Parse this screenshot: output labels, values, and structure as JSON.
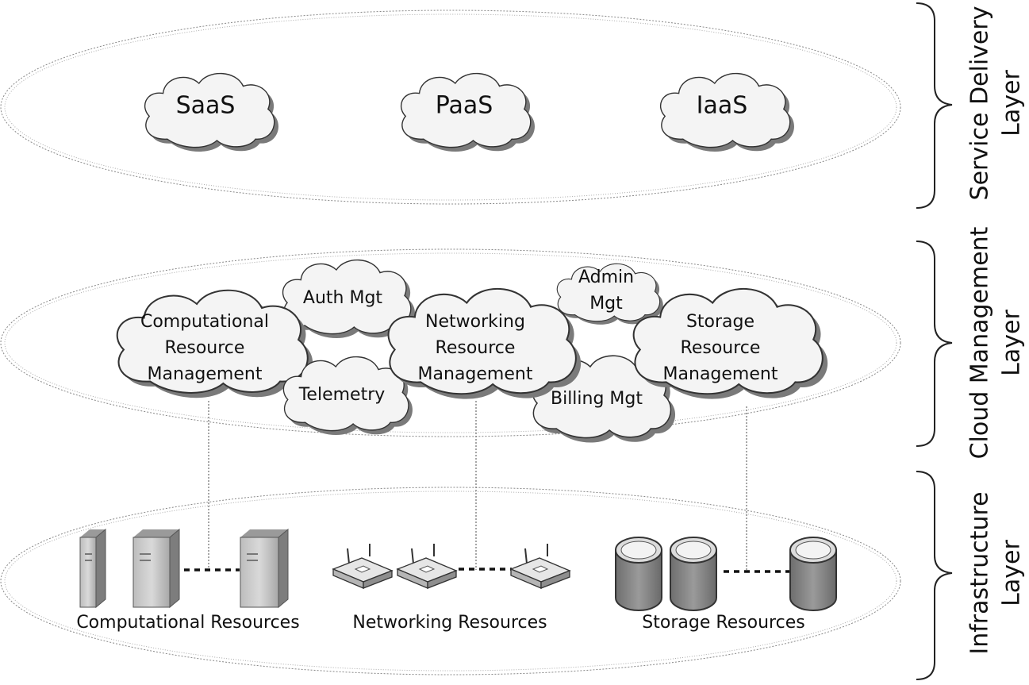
{
  "layers": {
    "service_delivery": "Service Delivery\nLayer",
    "service_delivery_line1": "Service Delivery",
    "service_delivery_line2": "Layer",
    "cloud_management_line1": "Cloud Management",
    "cloud_management_line2": "Layer",
    "infrastructure_line1": "Infrastructure",
    "infrastructure_line2": "Layer"
  },
  "service_clouds": {
    "saas": "SaaS",
    "paas": "PaaS",
    "iaas": "IaaS"
  },
  "management_clouds": {
    "computational": [
      "Computational",
      "Resource",
      "Management"
    ],
    "auth": "Auth Mgt",
    "telemetry": "Telemetry",
    "networking": [
      "Networking",
      "Resource",
      "Management"
    ],
    "admin": [
      "Admin",
      "Mgt"
    ],
    "billing": "Billing Mgt",
    "storage": [
      "Storage",
      "Resource",
      "Management"
    ]
  },
  "resources": {
    "computational": "Computational Resources",
    "networking": "Networking Resources",
    "storage": "Storage Resources"
  },
  "icons": [
    "cloud-icon",
    "server-icon",
    "router-icon",
    "database-icon"
  ],
  "colors": {
    "cloud_fill": "#f4f4f4",
    "cloud_shadow": "#7a7a7a",
    "device_gray": "#8c8c8c"
  }
}
